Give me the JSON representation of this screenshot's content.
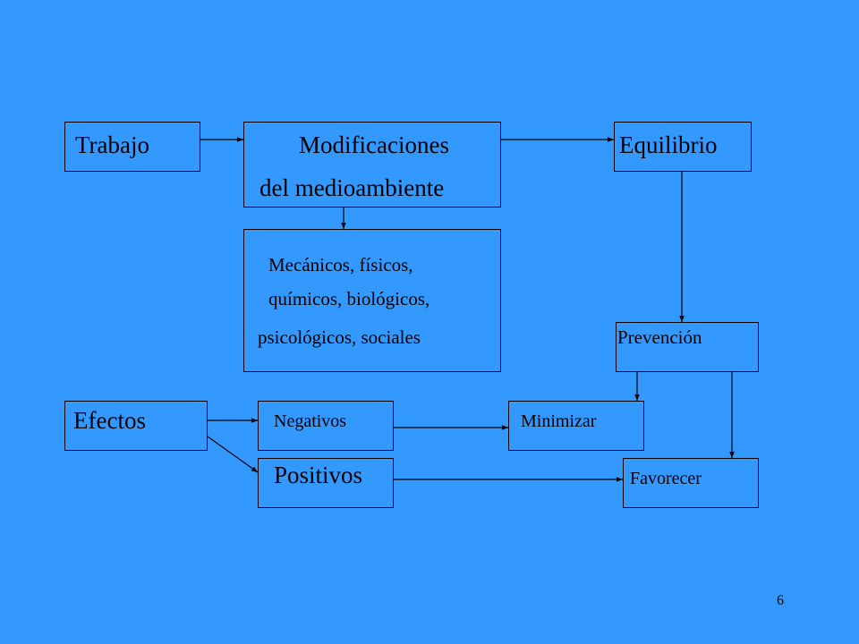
{
  "nodes": {
    "trabajo": "Trabajo",
    "modificaciones_line1": "Modificaciones",
    "modificaciones_line2": "del medioambiente",
    "equilibrio": "Equilibrio",
    "factores_line1": "Mecánicos, físicos,",
    "factores_line2": "químicos, biológicos,",
    "factores_line3": "psicológicos, sociales",
    "prevencion": "Prevención",
    "efectos": "Efectos",
    "negativos": "Negativos",
    "minimizar": "Minimizar",
    "positivos": "Positivos",
    "favorecer": "Favorecer"
  },
  "page_number": "6",
  "colors": {
    "background": "#3399ff",
    "lines": "#000000"
  }
}
